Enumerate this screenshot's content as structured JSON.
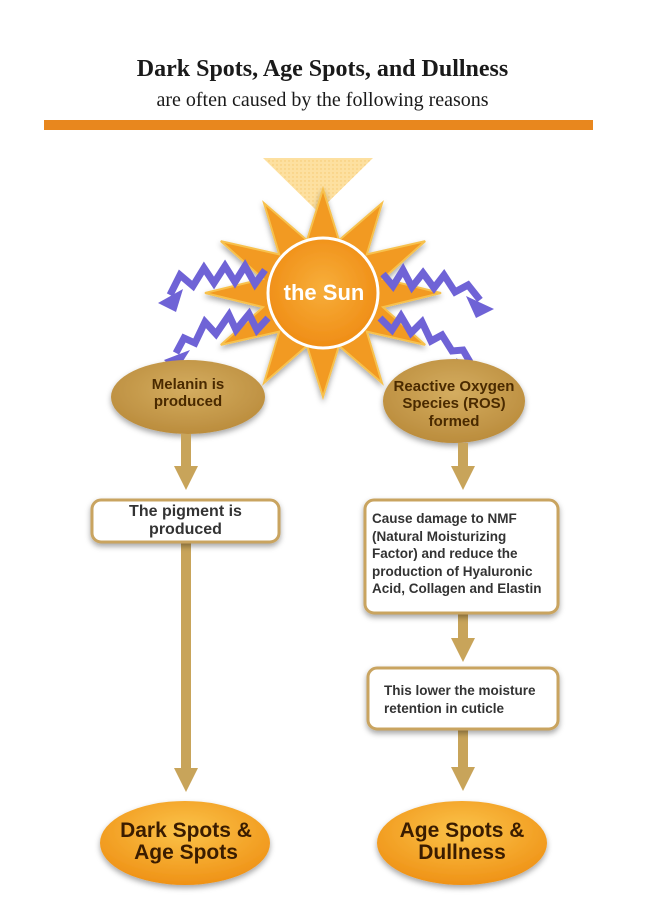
{
  "header": {
    "title": "Dark Spots, Age Spots, and Dullness",
    "subtitle": "are often caused by the following reasons"
  },
  "sun": {
    "label": "the Sun"
  },
  "left_branch": {
    "cause": "Melanin is produced",
    "step_1": "The pigment is produced",
    "result": "Dark Spots & Age Spots"
  },
  "right_branch": {
    "cause": "Reactive Oxygen Species (ROS) formed",
    "step_1": "Cause damage to NMF (Natural Moisturizing Factor) and reduce the production of Hyaluronic Acid, Collagen and Elastin",
    "step_2": "This lower the moisture retention in cuticle",
    "result": "Age Spots & Dullness"
  },
  "colors": {
    "accent_orange": "#e8871e",
    "sun_orange": "#f29a21",
    "oval_tan": "#c9a052",
    "arrow_tan": "#c8a45a",
    "ray_purple": "#6f63d6",
    "result_orange": "#f4a21c"
  }
}
